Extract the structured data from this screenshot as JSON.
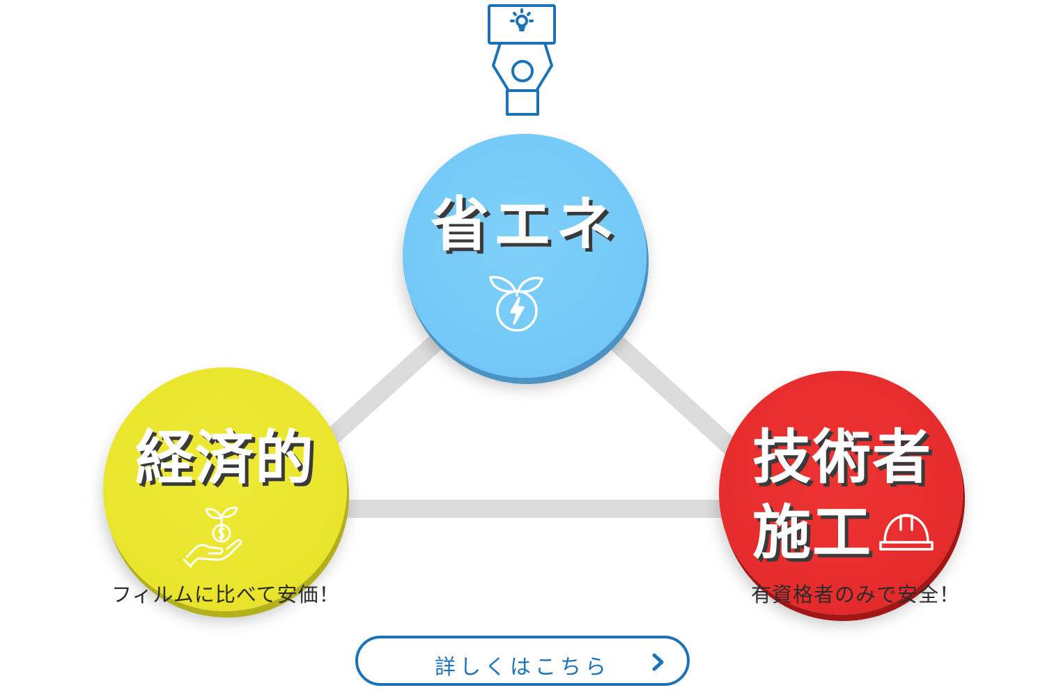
{
  "diagram": {
    "nodes": [
      {
        "id": "energy",
        "title": "省エネ",
        "icon": "leaf-energy-icon",
        "color": "#74c9f6"
      },
      {
        "id": "economy",
        "title": "経済的",
        "icon": "money-plant-hand-icon",
        "color": "#e9e42c",
        "caption": "フィルムに比べて安価！"
      },
      {
        "id": "technician",
        "title_line1": "技術者",
        "title_line2": "施工",
        "icon": "hard-hat-icon",
        "color": "#e52b2b",
        "caption": "有資格者のみで安全！"
      }
    ],
    "connector_color": "#dcdcdc",
    "top_icon": "person-idea-sign-icon"
  },
  "button": {
    "label": "詳しくはこちら",
    "color": "#1c72b8",
    "icon": "chevron-right-icon"
  }
}
